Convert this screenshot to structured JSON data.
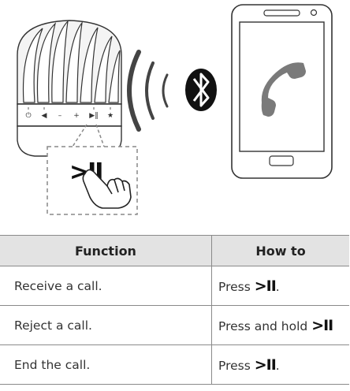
{
  "table": {
    "headers": [
      "Function",
      "How to"
    ],
    "rows": [
      {
        "function": "Receive a call.",
        "how_prefix": "Press ",
        "how_symbol": ">II",
        "how_suffix": "."
      },
      {
        "function": "Reject a call.",
        "how_prefix": "Press and hold ",
        "how_symbol": ">II",
        "how_suffix": ""
      },
      {
        "function": "End the call.",
        "how_prefix": "Press ",
        "how_symbol": ">II",
        "how_suffix": "."
      }
    ]
  },
  "speaker_buttons": [
    "⏻",
    "◀",
    "–",
    "+",
    "▶‖",
    "★"
  ],
  "callout_symbol": ">II",
  "colors": {
    "bluetooth": "#111111",
    "handset": "#777777",
    "wave": "#444444",
    "header_bg": "#e3e3e3"
  }
}
